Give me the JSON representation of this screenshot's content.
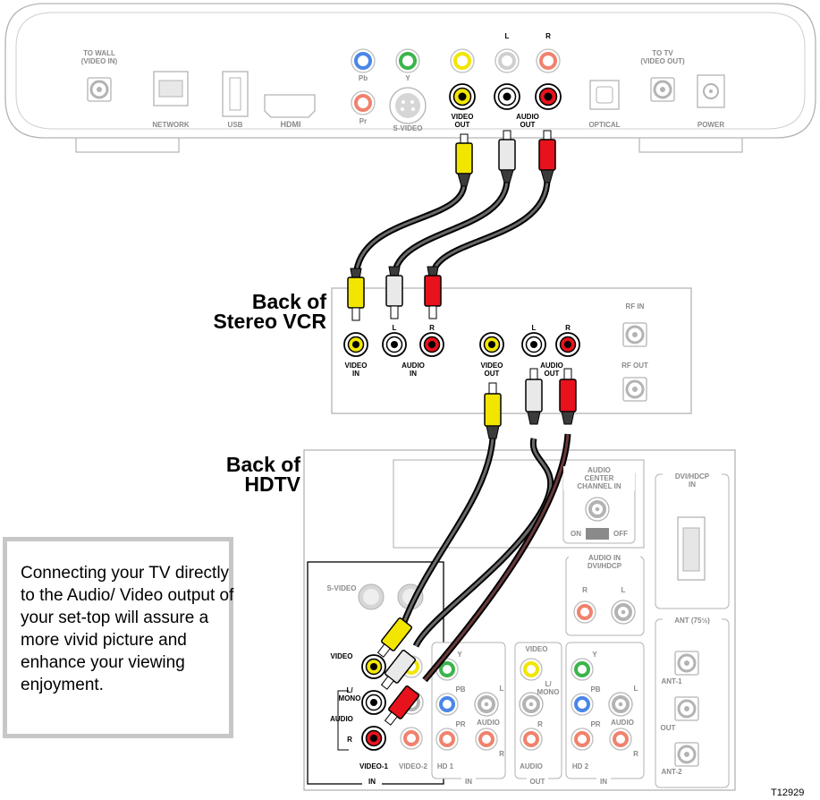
{
  "stb": {
    "to_wall": "TO WALL\n(VIDEO IN)",
    "network": "NETWORK",
    "usb": "USB",
    "hdmi": "HDMI",
    "pb": "Pb",
    "y": "Y",
    "pr": "Pr",
    "svideo": "S-VIDEO",
    "l": "L",
    "r": "R",
    "video_out": "VIDEO\nOUT",
    "audio_out": "AUDIO\nOUT",
    "optical": "OPTICAL",
    "to_tv": "TO TV\n(VIDEO OUT)",
    "power": "POWER"
  },
  "vcr": {
    "title": "Back of\nStereo VCR",
    "l_in": "L",
    "r_in": "R",
    "video_in": "VIDEO\nIN",
    "audio_in": "AUDIO\nIN",
    "l_out": "L",
    "r_out": "R",
    "video_out": "VIDEO\nOUT",
    "audio_out": "AUDIO\nOUT",
    "rf_in": "RF IN",
    "rf_out": "RF OUT"
  },
  "hdtv": {
    "title": "Back of\nHDTV",
    "audio_center": "AUDIO\nCENTER\nCHANNEL IN",
    "on": "ON",
    "off": "OFF",
    "dvi_in": "DVI/HDCP\nIN",
    "audio_in_dvi": "AUDIO IN\nDVI/HDCP",
    "r": "R",
    "l": "L",
    "ant": "ANT (75½)",
    "ant1": "ANT-1",
    "out": "OUT",
    "ant2": "ANT-2",
    "svideo": "S-VIDEO",
    "video": "VIDEO",
    "l_mono": "L/\nMONO",
    "audio": "AUDIO",
    "r_side": "R",
    "video1": "VIDEO-1",
    "video2": "VIDEO-2",
    "in": "IN",
    "hd1": "HD 1",
    "y": "Y",
    "pb": "PB",
    "pr": "PR",
    "in2": "IN",
    "video_mid": "VIDEO",
    "l_mono_mid": "L/\nMONO",
    "r_mid": "R",
    "audio_mid": "AUDIO",
    "out_mid": "OUT",
    "hd2": "HD 2",
    "in3": "IN",
    "l_small": "L",
    "audio_small": "AUDIO",
    "r_small": "R"
  },
  "note": "Connecting your TV directly to the Audio/ Video output of your set-top will assure a more vivid picture and enhance your viewing enjoyment.",
  "code": "T12929",
  "colors": {
    "yellow": "#f2e600",
    "red": "#e8121c",
    "white": "#ffffff",
    "outline": "#a6a6a6",
    "gray_jack": "#bdbdbd"
  }
}
